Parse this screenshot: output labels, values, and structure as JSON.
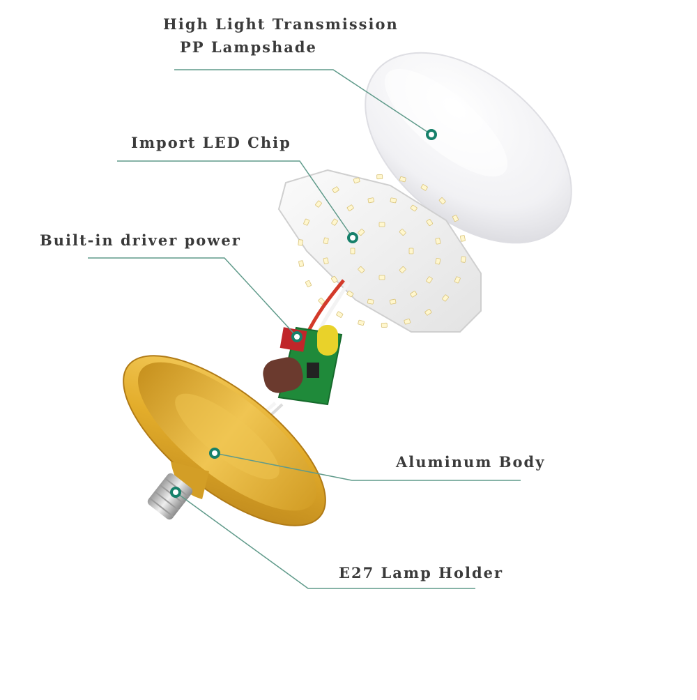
{
  "colors": {
    "leader_line": "#5f9a8a",
    "marker": "#16806a",
    "label_text": "#3a3a3a",
    "body_gold": "#e3ad2b",
    "pcb_white": "#f2f2f2",
    "driver_green": "#1f8a3a"
  },
  "labels": {
    "lampshade": {
      "line1": "High Light Transmission",
      "line2": "PP Lampshade"
    },
    "led_chip": "Import LED Chip",
    "driver": "Built-in driver power",
    "body": "Aluminum Body",
    "holder": "E27 Lamp Holder"
  }
}
